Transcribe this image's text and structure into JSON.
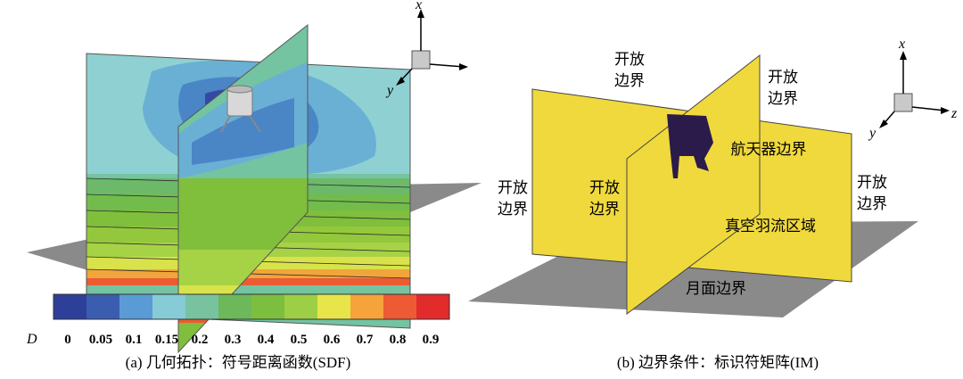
{
  "panel_a": {
    "caption": "(a) 几何拓扑：符号距离函数(SDF)",
    "axes": {
      "x": "x",
      "y": "y"
    },
    "colorbar": {
      "symbol": "D",
      "ticks": [
        "0",
        "0.05",
        "0.1",
        "0.15",
        "0.2",
        "0.3",
        "0.4",
        "0.5",
        "0.6",
        "0.7",
        "0.8",
        "0.9"
      ],
      "colors": [
        "#2e3f9a",
        "#3a5db0",
        "#5b9bd5",
        "#86cbd6",
        "#78c2a0",
        "#6db85a",
        "#7cbf3f",
        "#9ccf45",
        "#e8e54a",
        "#f5a33a",
        "#ee5a33",
        "#e22b2b"
      ]
    }
  },
  "panel_b": {
    "caption": "(b) 边界条件：标识符矩阵(IM)",
    "axes": {
      "x": "x",
      "y": "y",
      "z": "z"
    },
    "labels": {
      "open_top": "开放\n边界",
      "open_right_top": "开放\n边界",
      "open_left": "开放\n边界",
      "open_mid": "开放\n边界",
      "open_right": "开放\n边界",
      "spacecraft": "航天器边界",
      "plume": "真空羽流区域",
      "lunar": "月面边界"
    }
  }
}
